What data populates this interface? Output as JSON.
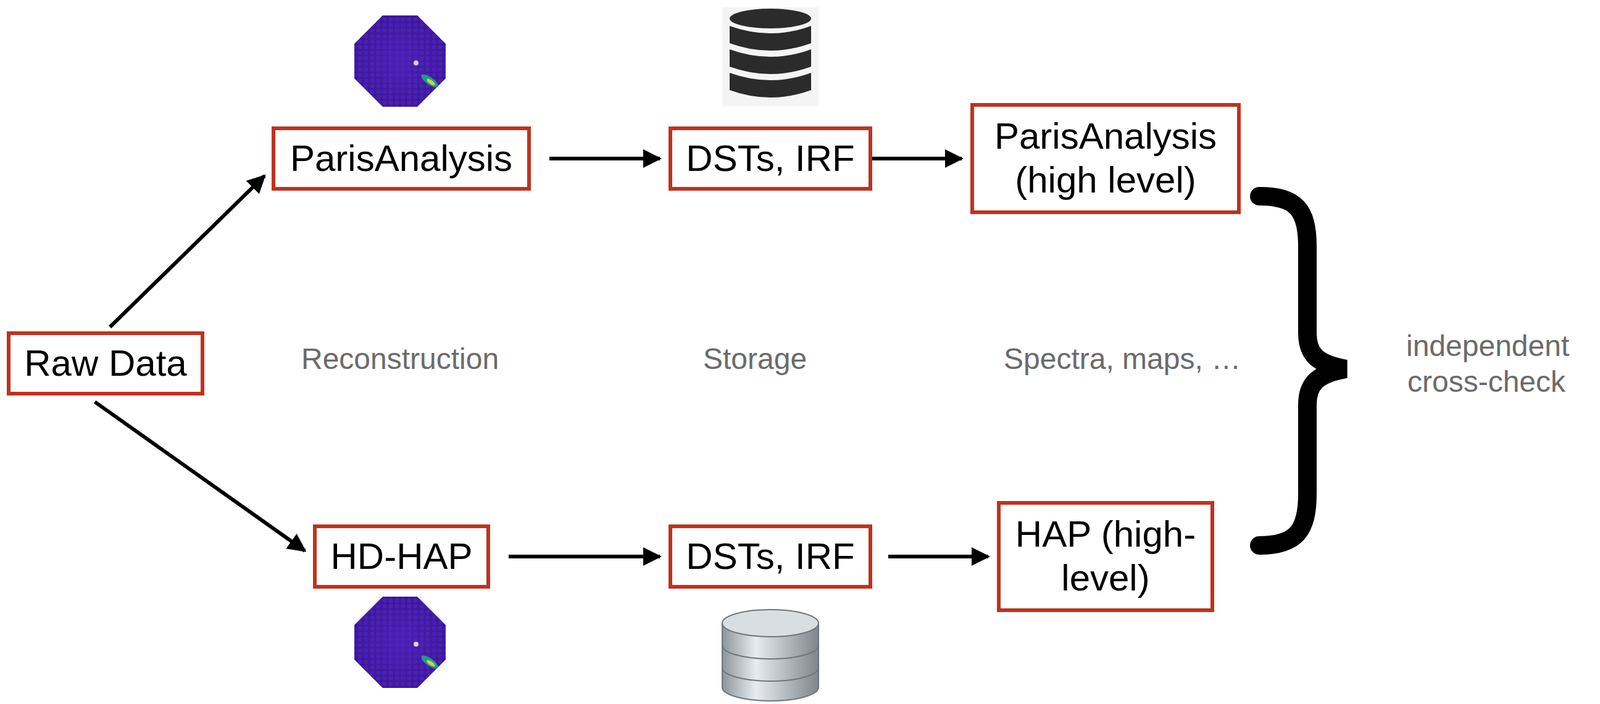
{
  "diagram": {
    "nodes": [
      {
        "text": [
          "Raw Data"
        ]
      },
      {
        "text": [
          "ParisAnalysis"
        ]
      },
      {
        "text": [
          "DSTs, IRF"
        ]
      },
      {
        "text": [
          "ParisAnalysis (high level)"
        ]
      },
      {
        "text": [
          "HD-HAP"
        ]
      },
      {
        "text": [
          "DSTs, IRF"
        ]
      },
      {
        "text": [
          "HAP (high-level)"
        ]
      }
    ],
    "edges": [
      {
        "from": 0,
        "to": 1,
        "arrow": "to"
      },
      {
        "from": 1,
        "to": 2,
        "arrow": "to"
      },
      {
        "from": 2,
        "to": 3,
        "arrow": "to"
      },
      {
        "from": 0,
        "to": 4,
        "arrow": "to"
      },
      {
        "from": 4,
        "to": 5,
        "arrow": "to"
      },
      {
        "from": 5,
        "to": 6,
        "arrow": "to"
      }
    ],
    "labels": [
      "Reconstruction",
      "Storage",
      "Spectra, maps, …",
      "independent cross-check"
    ]
  }
}
